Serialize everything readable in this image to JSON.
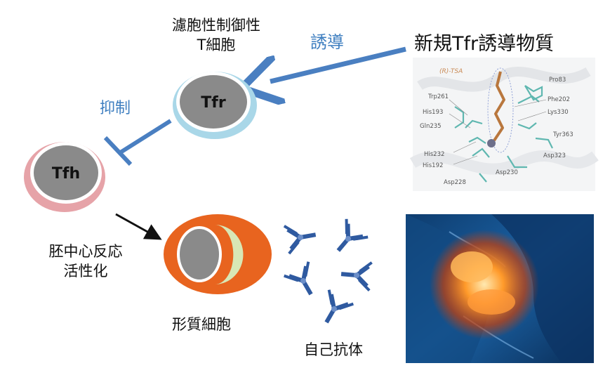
{
  "tfr_cell": {
    "label_line1": "濾胞性制御性",
    "label_line2": "T細胞",
    "name": "Tfr"
  },
  "tfh_cell": {
    "name": "Tfh"
  },
  "arrows": {
    "induce": "誘導",
    "inhibit": "抑制"
  },
  "compound": {
    "title": "新規Tfr誘導物質",
    "structure_labels": [
      "(R)-TSA",
      "Pro83",
      "Phe202",
      "Trp261",
      "Lys330",
      "His193",
      "Gln235",
      "Tyr363",
      "His232",
      "Asp323",
      "His192",
      "Asp230",
      "Asp228"
    ]
  },
  "germinal_center": {
    "line1": "胚中心反応",
    "line2": "活性化"
  },
  "plasma_cell": {
    "label": "形質細胞"
  },
  "autoantibody": {
    "label": "自己抗体"
  },
  "colors": {
    "arrow_blue": "#4a7fc1",
    "tfr_ring": "#a9d7e8",
    "tfh_ring": "#e6a3a8",
    "plasma_body": "#e8641f",
    "antibody": "#2f5aa0",
    "nucleus": "#8a8a8a"
  }
}
